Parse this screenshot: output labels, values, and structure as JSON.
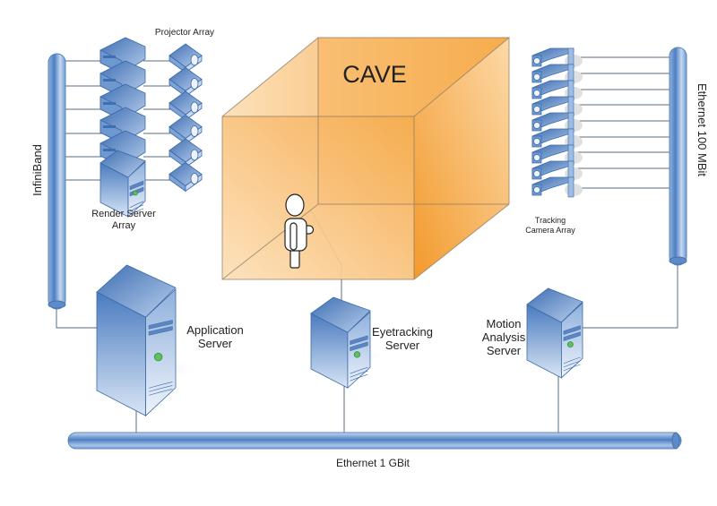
{
  "diagram": {
    "title": "CAVE",
    "colors": {
      "cave_orange": "#F5A540",
      "device_blue": "#4F7FBF",
      "pipe_blue": "#6E9BD6",
      "wire": "#5A6D80",
      "text": "#222222"
    },
    "labels": {
      "cave": "CAVE",
      "projector_array": "Projector Array",
      "render_server_line1": "Render Server",
      "render_server_line2": "Array",
      "infiniband": "InfiniBand",
      "tracking_line1": "Tracking",
      "tracking_line2": "Camera Array",
      "ethernet_100": "Ethernet 100 MBit",
      "application_line1": "Application",
      "application_line2": "Server",
      "eyetracking_line1": "Eyetracking",
      "eyetracking_line2": "Server",
      "motion_line1": "Motion",
      "motion_line2": "Analysis",
      "motion_line3": "Server",
      "ethernet_1g": "Ethernet 1 GBit"
    },
    "counts": {
      "render_servers": 6,
      "projectors": 6,
      "tracking_cameras": 9
    },
    "connections": [
      {
        "from": "Render Server Array",
        "to": "InfiniBand"
      },
      {
        "from": "Render Server Array",
        "to": "Projector Array"
      },
      {
        "from": "InfiniBand",
        "to": "Application Server"
      },
      {
        "from": "Tracking Camera Array",
        "to": "Ethernet 100 MBit"
      },
      {
        "from": "Ethernet 100 MBit",
        "to": "Motion Analysis Server"
      },
      {
        "from": "CAVE user",
        "to": "Eyetracking Server"
      },
      {
        "from": "Application Server",
        "to": "Ethernet 1 GBit"
      },
      {
        "from": "Eyetracking Server",
        "to": "Ethernet 1 GBit"
      },
      {
        "from": "Motion Analysis Server",
        "to": "Ethernet 1 GBit"
      }
    ]
  }
}
